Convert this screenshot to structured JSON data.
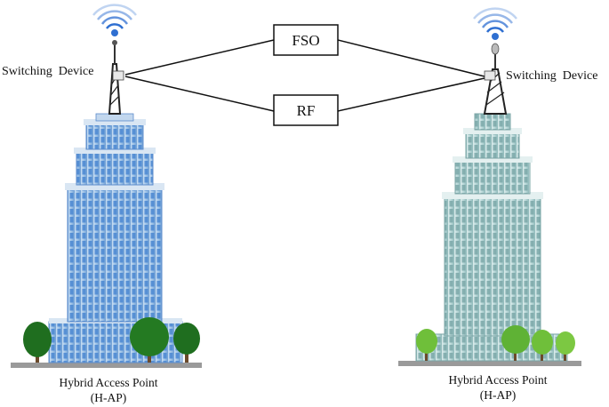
{
  "labels": {
    "fso": "FSO",
    "rf": "RF",
    "left_switch": "Switching  Device",
    "right_switch": "Switching  Device",
    "left_ap_line1": "Hybrid Access Point",
    "left_ap_line2": "(H-AP)",
    "right_ap_line1": "Hybrid Access Point",
    "right_ap_line2": "(H-AP)"
  },
  "colors": {
    "link_line": "#111111",
    "left_building": "#9fc3e6",
    "left_building_window": "#3f7fcf",
    "right_building": "#b9d8d8",
    "right_building_window": "#6f9ea0",
    "tree_dark": "#1f6e1f",
    "tree_light": "#6fbf3a",
    "signal": "#2f6fd1"
  },
  "icons": {
    "left_signal": "wireless-signal-icon",
    "right_signal": "wireless-signal-icon"
  }
}
